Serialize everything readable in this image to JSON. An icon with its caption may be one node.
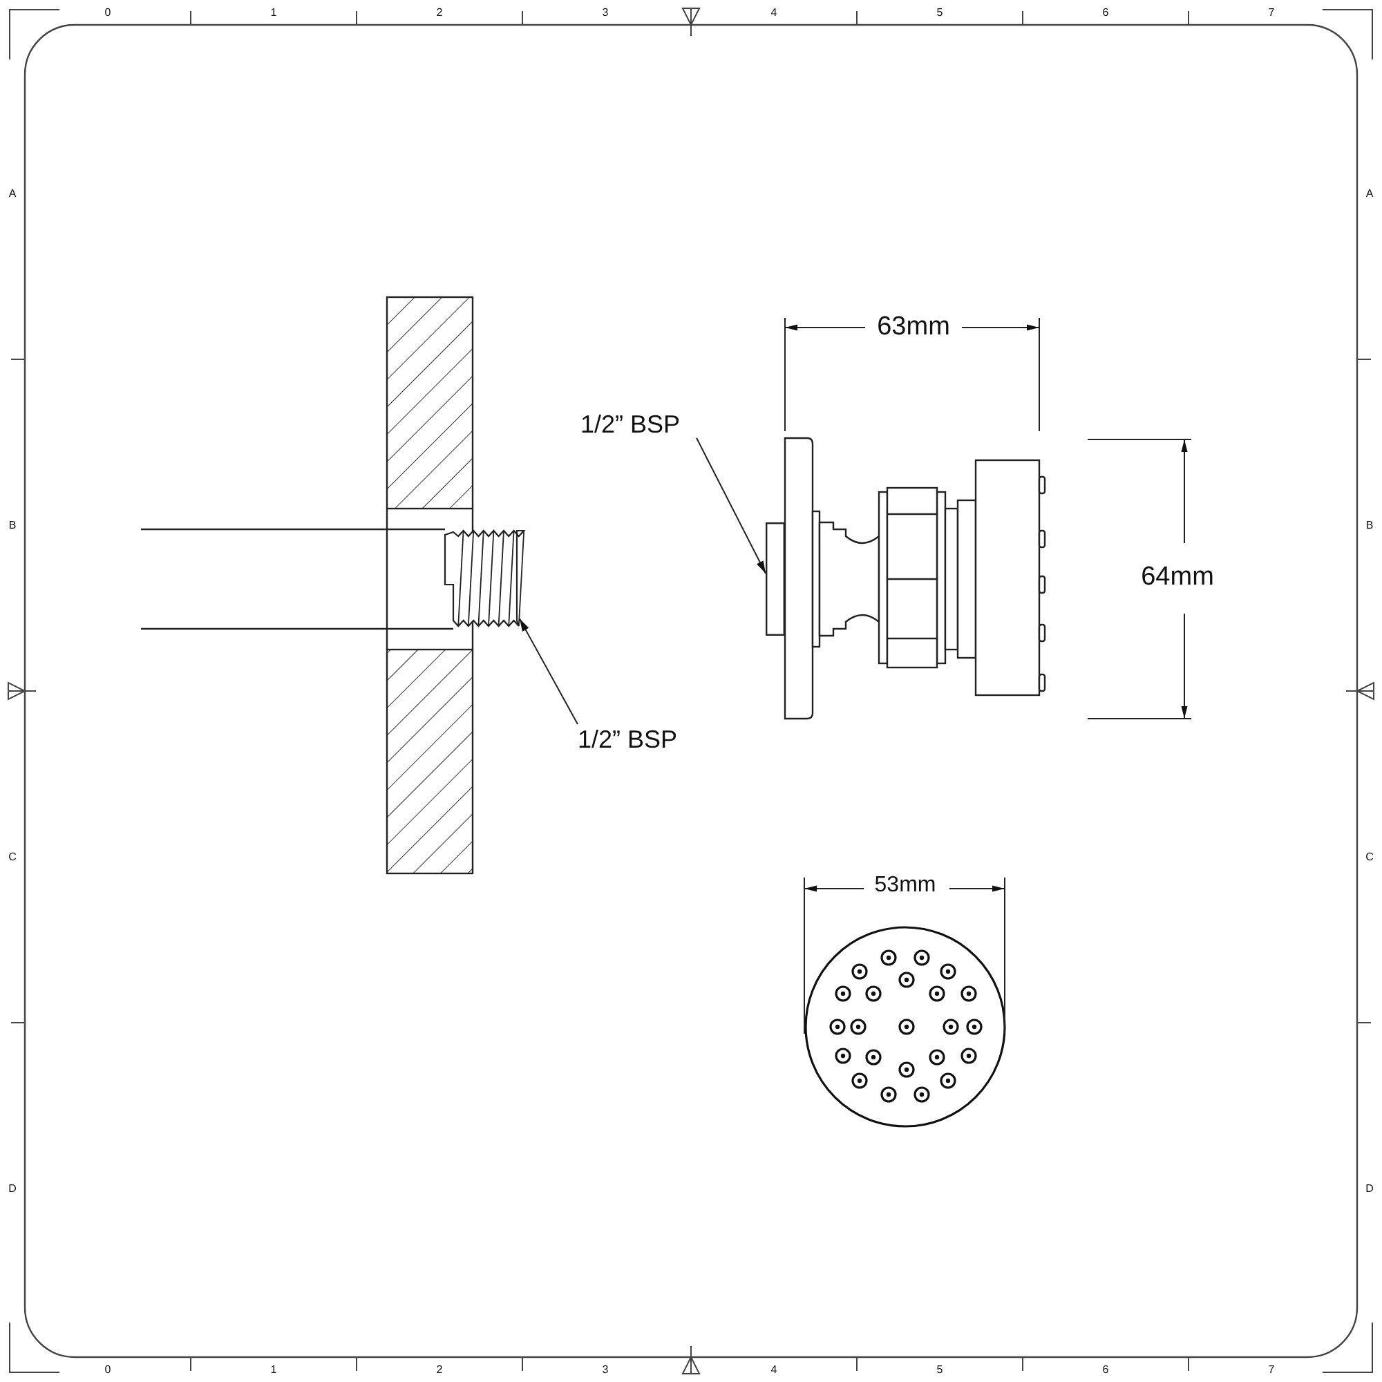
{
  "diagram": {
    "nodes": [
      {
        "text": [
          "1/2” BSP"
        ]
      },
      {
        "text": [],
        "shape": "picture"
      },
      {
        "text": [
          "1/2” BSP"
        ]
      },
      {
        "text": [],
        "shape": "box"
      }
    ],
    "edges": [
      {
        "from": 0,
        "to": 3,
        "arrow": "to"
      },
      {
        "from": 2,
        "to": 1,
        "arrow": "to"
      }
    ],
    "labels": [
      "0",
      "1",
      "2",
      "3",
      "4",
      "5",
      "6",
      "7",
      "A",
      "A",
      "63mm",
      "B",
      "B",
      "64mm",
      "C",
      "C",
      "53mm",
      "D",
      "D",
      "0",
      "1",
      "2",
      "3",
      "4",
      "5",
      "6",
      "7"
    ]
  }
}
